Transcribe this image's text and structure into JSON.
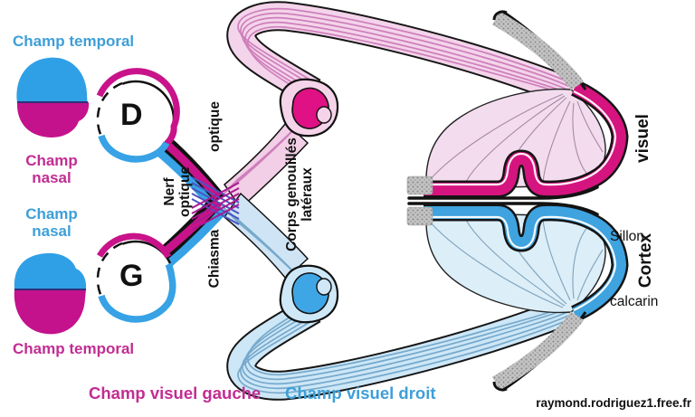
{
  "left_column": {
    "temporal_field_top": "Champ temporal",
    "nasal_field_top": {
      "line1": "Champ",
      "line2": "nasal"
    },
    "nasal_field_bottom": {
      "line1": "Champ",
      "line2": "nasal"
    },
    "temporal_field_bottom": "Champ temporal"
  },
  "eyes": {
    "right_label": "D",
    "left_label": "G"
  },
  "pathway": {
    "optic_nerve": {
      "line1": "Nerf",
      "line2": "optique"
    },
    "optic_tract": "optique",
    "chiasma": "Chiasma",
    "lateral_geniculate": {
      "line1": "Corps genouillés",
      "line2": "latéraux"
    }
  },
  "cortex": {
    "visual": "visuel",
    "cortex": "Cortex",
    "calcarine": {
      "line1": "Sillon",
      "line2": "calcarin"
    }
  },
  "bottom": {
    "left_visual_field": "Champ visuel gauche",
    "right_visual_field": "Champ visuel droit",
    "watermark": "raymond.rodriguez1.free.fr"
  },
  "colors": {
    "magenta": "#C9138A",
    "blue": "#37A2E5",
    "magenta_text": "#C22D92",
    "blue_text": "#3E9FD8",
    "light_pink_band": "#F4D4EA",
    "light_blue_band": "#CDE7F7",
    "deep_magenta_lgn": "#DF1184",
    "medium_blue_lgn": "#3FA6E6",
    "cortex_ribbon_pink": "#D6147F",
    "cortex_ribbon_blue": "#3FA3E0",
    "gray": "#B8B8B8",
    "black": "#111111"
  }
}
